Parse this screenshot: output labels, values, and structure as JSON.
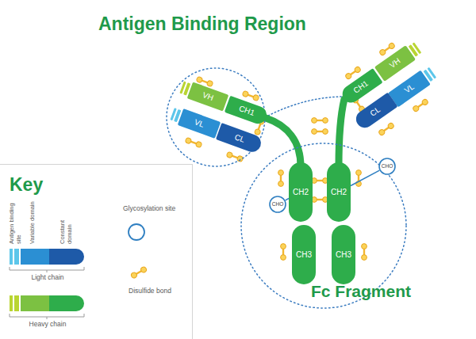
{
  "diagram": {
    "nodes": [
      {
        "text": [
          "Antigen Binding Region"
        ]
      },
      {
        "text": [
          "VH"
        ],
        "in": 0
      },
      {
        "text": [
          "CH1"
        ],
        "in": 0
      },
      {
        "text": [
          "VL"
        ],
        "in": 0
      },
      {
        "text": [
          "CL"
        ],
        "in": 0
      },
      {
        "text": [
          "CH1"
        ]
      },
      {
        "text": [
          "VH"
        ]
      },
      {
        "text": [
          "VL"
        ]
      },
      {
        "text": [
          "CL"
        ]
      },
      {
        "text": [
          "Key"
        ]
      },
      {
        "text": [
          "Fc Fragment"
        ]
      },
      {
        "text": [
          "CH2"
        ],
        "in": 10
      },
      {
        "text": [
          "CH2"
        ],
        "in": 10
      },
      {
        "text": [
          "CHO"
        ],
        "in": 10
      },
      {
        "text": [
          "CHO"
        ]
      },
      {
        "text": [
          "CH3"
        ],
        "in": 10
      },
      {
        "text": [
          "CH3"
        ],
        "in": 10
      }
    ],
    "edges": [
      {
        "from": 13,
        "to": 11,
        "arrow": "none"
      },
      {
        "from": 14,
        "to": 12,
        "arrow": "none"
      }
    ],
    "labels": [
      "Antigen binding site",
      "Variable domain",
      "Constant domain"
    ],
    "legend": [
      {
        "text": "Light chain"
      },
      {
        "text": "Heavy chain"
      },
      {
        "text": "Glycosylation site"
      },
      {
        "text": "Disulfide bond"
      }
    ]
  }
}
